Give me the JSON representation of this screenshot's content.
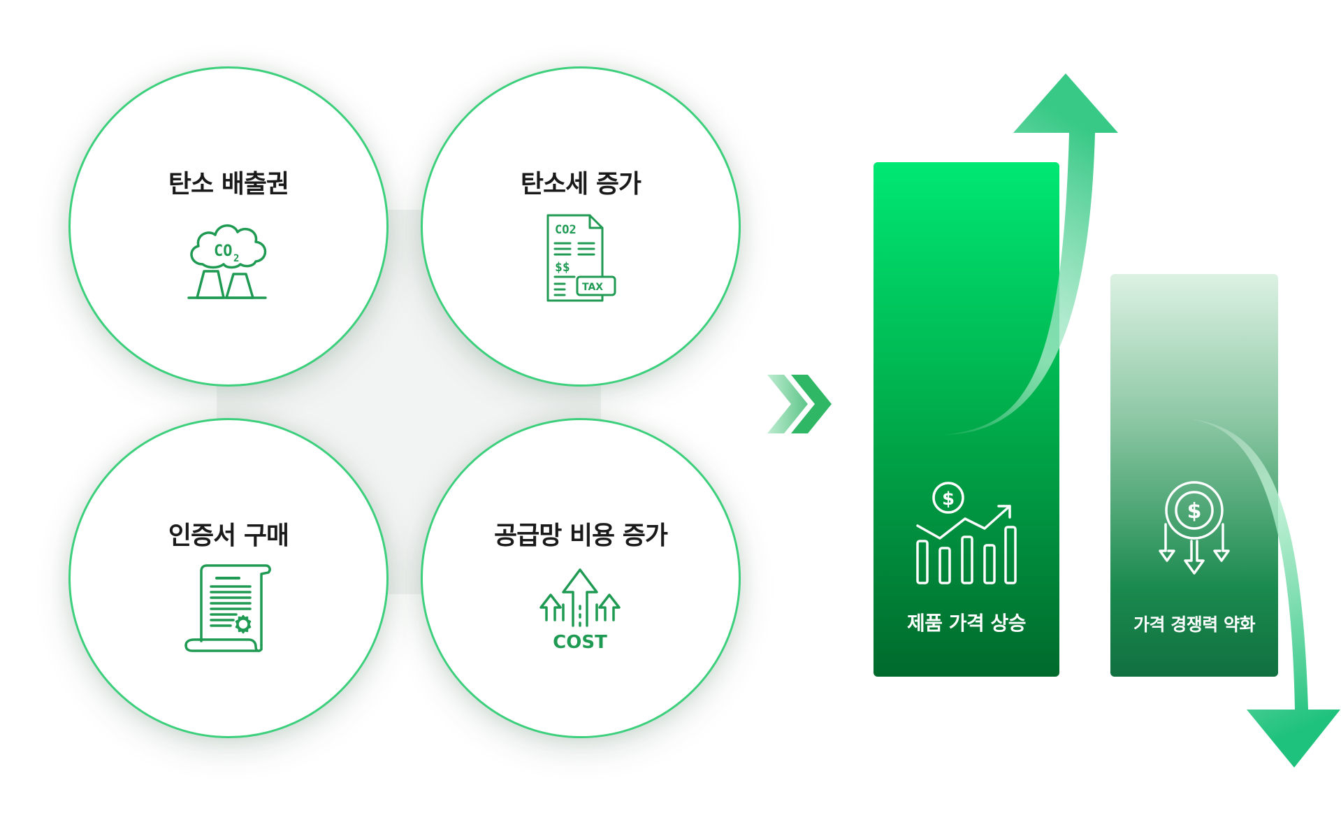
{
  "factors": [
    {
      "title": "탄소 배출권",
      "icon": "co2-factory-icon"
    },
    {
      "title": "탄소세 증가",
      "icon": "tax-document-icon"
    },
    {
      "title": "인증서 구매",
      "icon": "certificate-scroll-icon"
    },
    {
      "title": "공급망 비용 증가",
      "icon": "cost-up-arrows-icon"
    }
  ],
  "icon_text": {
    "co2": "CO",
    "co2_sub": "2",
    "doc_co2": "CO2",
    "doc_money": "$$",
    "tax": "TAX",
    "cost": "COST",
    "dollar": "$"
  },
  "results": {
    "price_up": {
      "label": "제품 가격 상승",
      "icon": "dollar-chart-up-icon"
    },
    "competitiveness_down": {
      "label": "가격 경쟁력 약화",
      "icon": "dollar-down-arrows-icon"
    }
  },
  "colors": {
    "accent": "#3ccf7c",
    "icon_green": "#1f9a52",
    "bar_up_top": "#00e874",
    "bar_up_bottom": "#006a2c",
    "bar_down_top": "#dcf1e3",
    "bar_down_bottom": "#117040",
    "arrow_green": "#2ec680"
  }
}
